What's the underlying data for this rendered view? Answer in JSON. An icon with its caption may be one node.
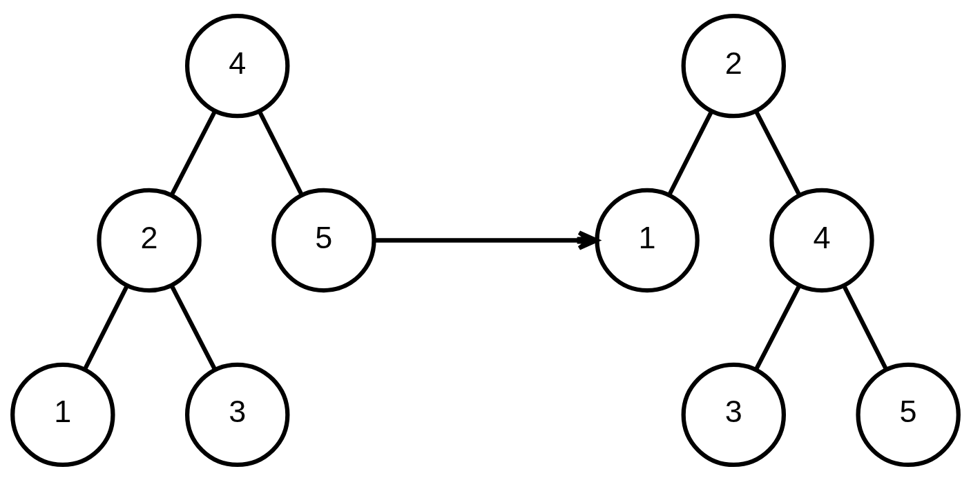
{
  "diagram": {
    "nodes": [
      {
        "text": [
          "4"
        ]
      },
      {
        "text": [
          "2"
        ]
      },
      {
        "text": [
          "5"
        ]
      },
      {
        "text": [
          "1"
        ]
      },
      {
        "text": [
          "3"
        ]
      },
      {
        "text": [
          "2"
        ]
      },
      {
        "text": [
          "1"
        ]
      },
      {
        "text": [
          "4"
        ]
      },
      {
        "text": [
          "3"
        ]
      },
      {
        "text": [
          "5"
        ]
      }
    ],
    "edges": [
      {
        "from": 0,
        "to": 1,
        "arrow": "none"
      },
      {
        "from": 0,
        "to": 2,
        "arrow": "none"
      },
      {
        "from": 1,
        "to": 3,
        "arrow": "none"
      },
      {
        "from": 1,
        "to": 4,
        "arrow": "none"
      },
      {
        "from": 2,
        "to": 6,
        "arrow": "to"
      },
      {
        "from": 5,
        "to": 6,
        "arrow": "none"
      },
      {
        "from": 5,
        "to": 7,
        "arrow": "none"
      },
      {
        "from": 7,
        "to": 8,
        "arrow": "none"
      },
      {
        "from": 7,
        "to": 9,
        "arrow": "none"
      }
    ]
  }
}
